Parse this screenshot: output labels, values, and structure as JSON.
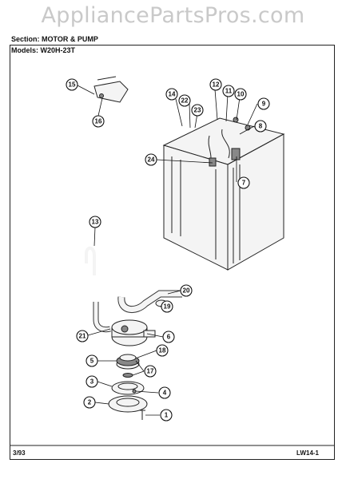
{
  "watermark": "AppliancePartsPros.com",
  "header": {
    "section_label": "Section:",
    "section_value": "MOTOR & PUMP",
    "models_label": "Models:",
    "models_value": "W20H-23T"
  },
  "footer": {
    "date": "3/93",
    "page_code": "LW14-1"
  },
  "callouts": [
    "1",
    "2",
    "3",
    "4",
    "5",
    "6",
    "7",
    "8",
    "9",
    "10",
    "11",
    "12",
    "13",
    "14",
    "15",
    "16",
    "17",
    "18",
    "19",
    "20",
    "21",
    "22",
    "23",
    "24"
  ]
}
